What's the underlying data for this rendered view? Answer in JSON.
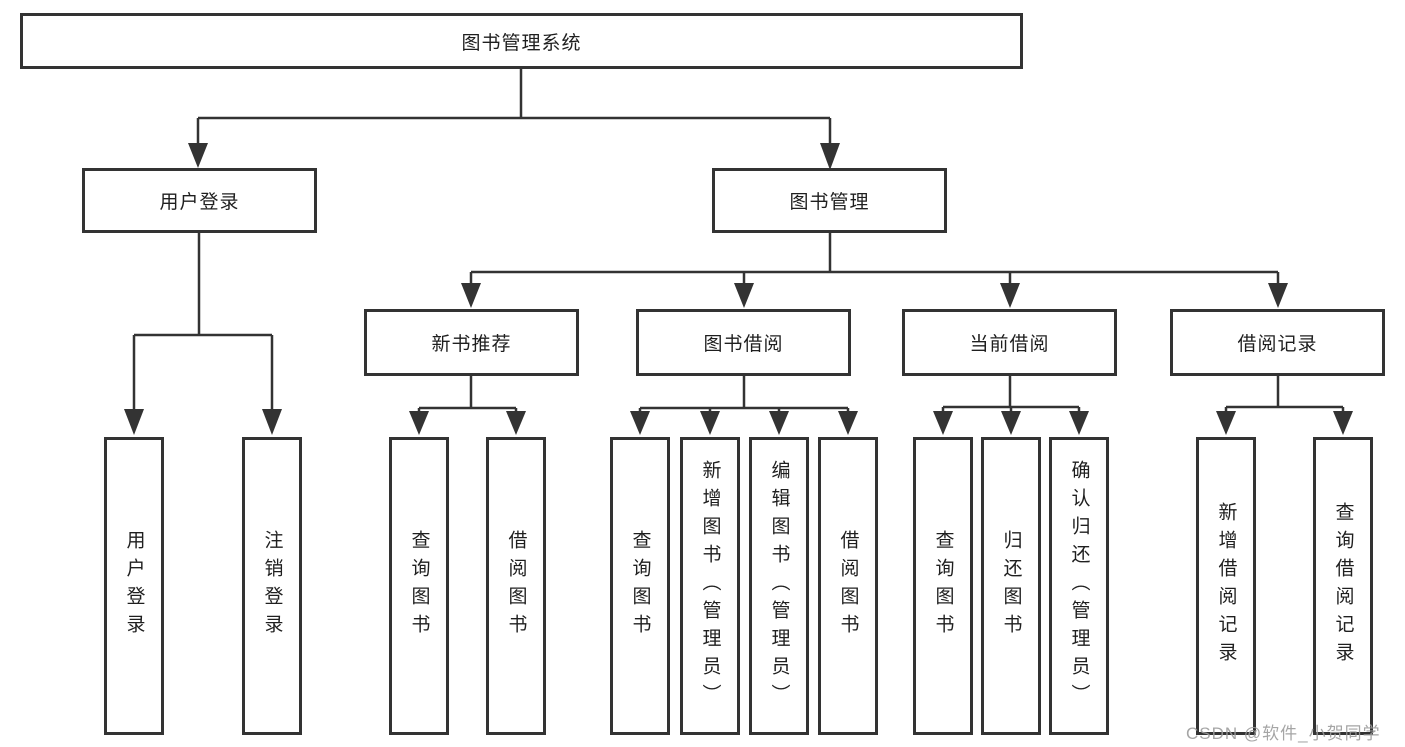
{
  "tree": {
    "root": "图书管理系统",
    "user_login": {
      "label": "用户登录",
      "leaves": [
        "用户登录",
        "注销登录"
      ]
    },
    "book_mgmt": {
      "label": "图书管理",
      "children": [
        {
          "label": "新书推荐",
          "leaves": [
            "查询图书",
            "借阅图书"
          ]
        },
        {
          "label": "图书借阅",
          "leaves": [
            "查询图书",
            "新增图书（管理员）",
            "编辑图书（管理员）",
            "借阅图书"
          ]
        },
        {
          "label": "当前借阅",
          "leaves": [
            "查询图书",
            "归还图书",
            "确认归还（管理员）"
          ]
        },
        {
          "label": "借阅记录",
          "leaves": [
            "新增借阅记录",
            "查询借阅记录"
          ]
        }
      ]
    }
  },
  "watermark": "CSDN @软件_小贺同学",
  "colors": {
    "line": "#333333",
    "text": "#1f1f1f",
    "watermark": "#9c9c9c",
    "background": "#ffffff"
  }
}
